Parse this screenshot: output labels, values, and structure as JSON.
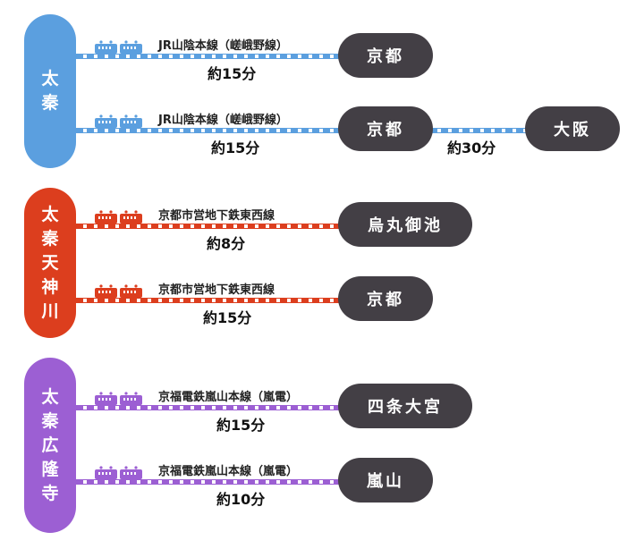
{
  "colors": {
    "blue": "#5b9fdf",
    "red": "#dc3e1e",
    "purple": "#9c5fd3",
    "station": "#433f45"
  },
  "groups": [
    {
      "origin": [
        "太",
        "秦"
      ],
      "routes": [
        {
          "line": "JR山陰本線（嵯峨野線）",
          "duration": "約15分",
          "dest": "京都"
        },
        {
          "line": "JR山陰本線（嵯峨野線）",
          "duration": "約15分",
          "dest": "京都",
          "next_duration": "約30分",
          "next_dest": "大阪"
        }
      ]
    },
    {
      "origin": [
        "太",
        "秦",
        "天",
        "神",
        "川"
      ],
      "routes": [
        {
          "line": "京都市営地下鉄東西線",
          "duration": "約8分",
          "dest": "烏丸御池"
        },
        {
          "line": "京都市営地下鉄東西線",
          "duration": "約15分",
          "dest": "京都"
        }
      ]
    },
    {
      "origin": [
        "太",
        "秦",
        "広",
        "隆",
        "寺"
      ],
      "routes": [
        {
          "line": "京福電鉄嵐山本線（嵐電）",
          "duration": "約15分",
          "dest": "四条大宮"
        },
        {
          "line": "京福電鉄嵐山本線（嵐電）",
          "duration": "約10分",
          "dest": "嵐山"
        }
      ]
    }
  ],
  "icons": {
    "train": "train-icon"
  }
}
